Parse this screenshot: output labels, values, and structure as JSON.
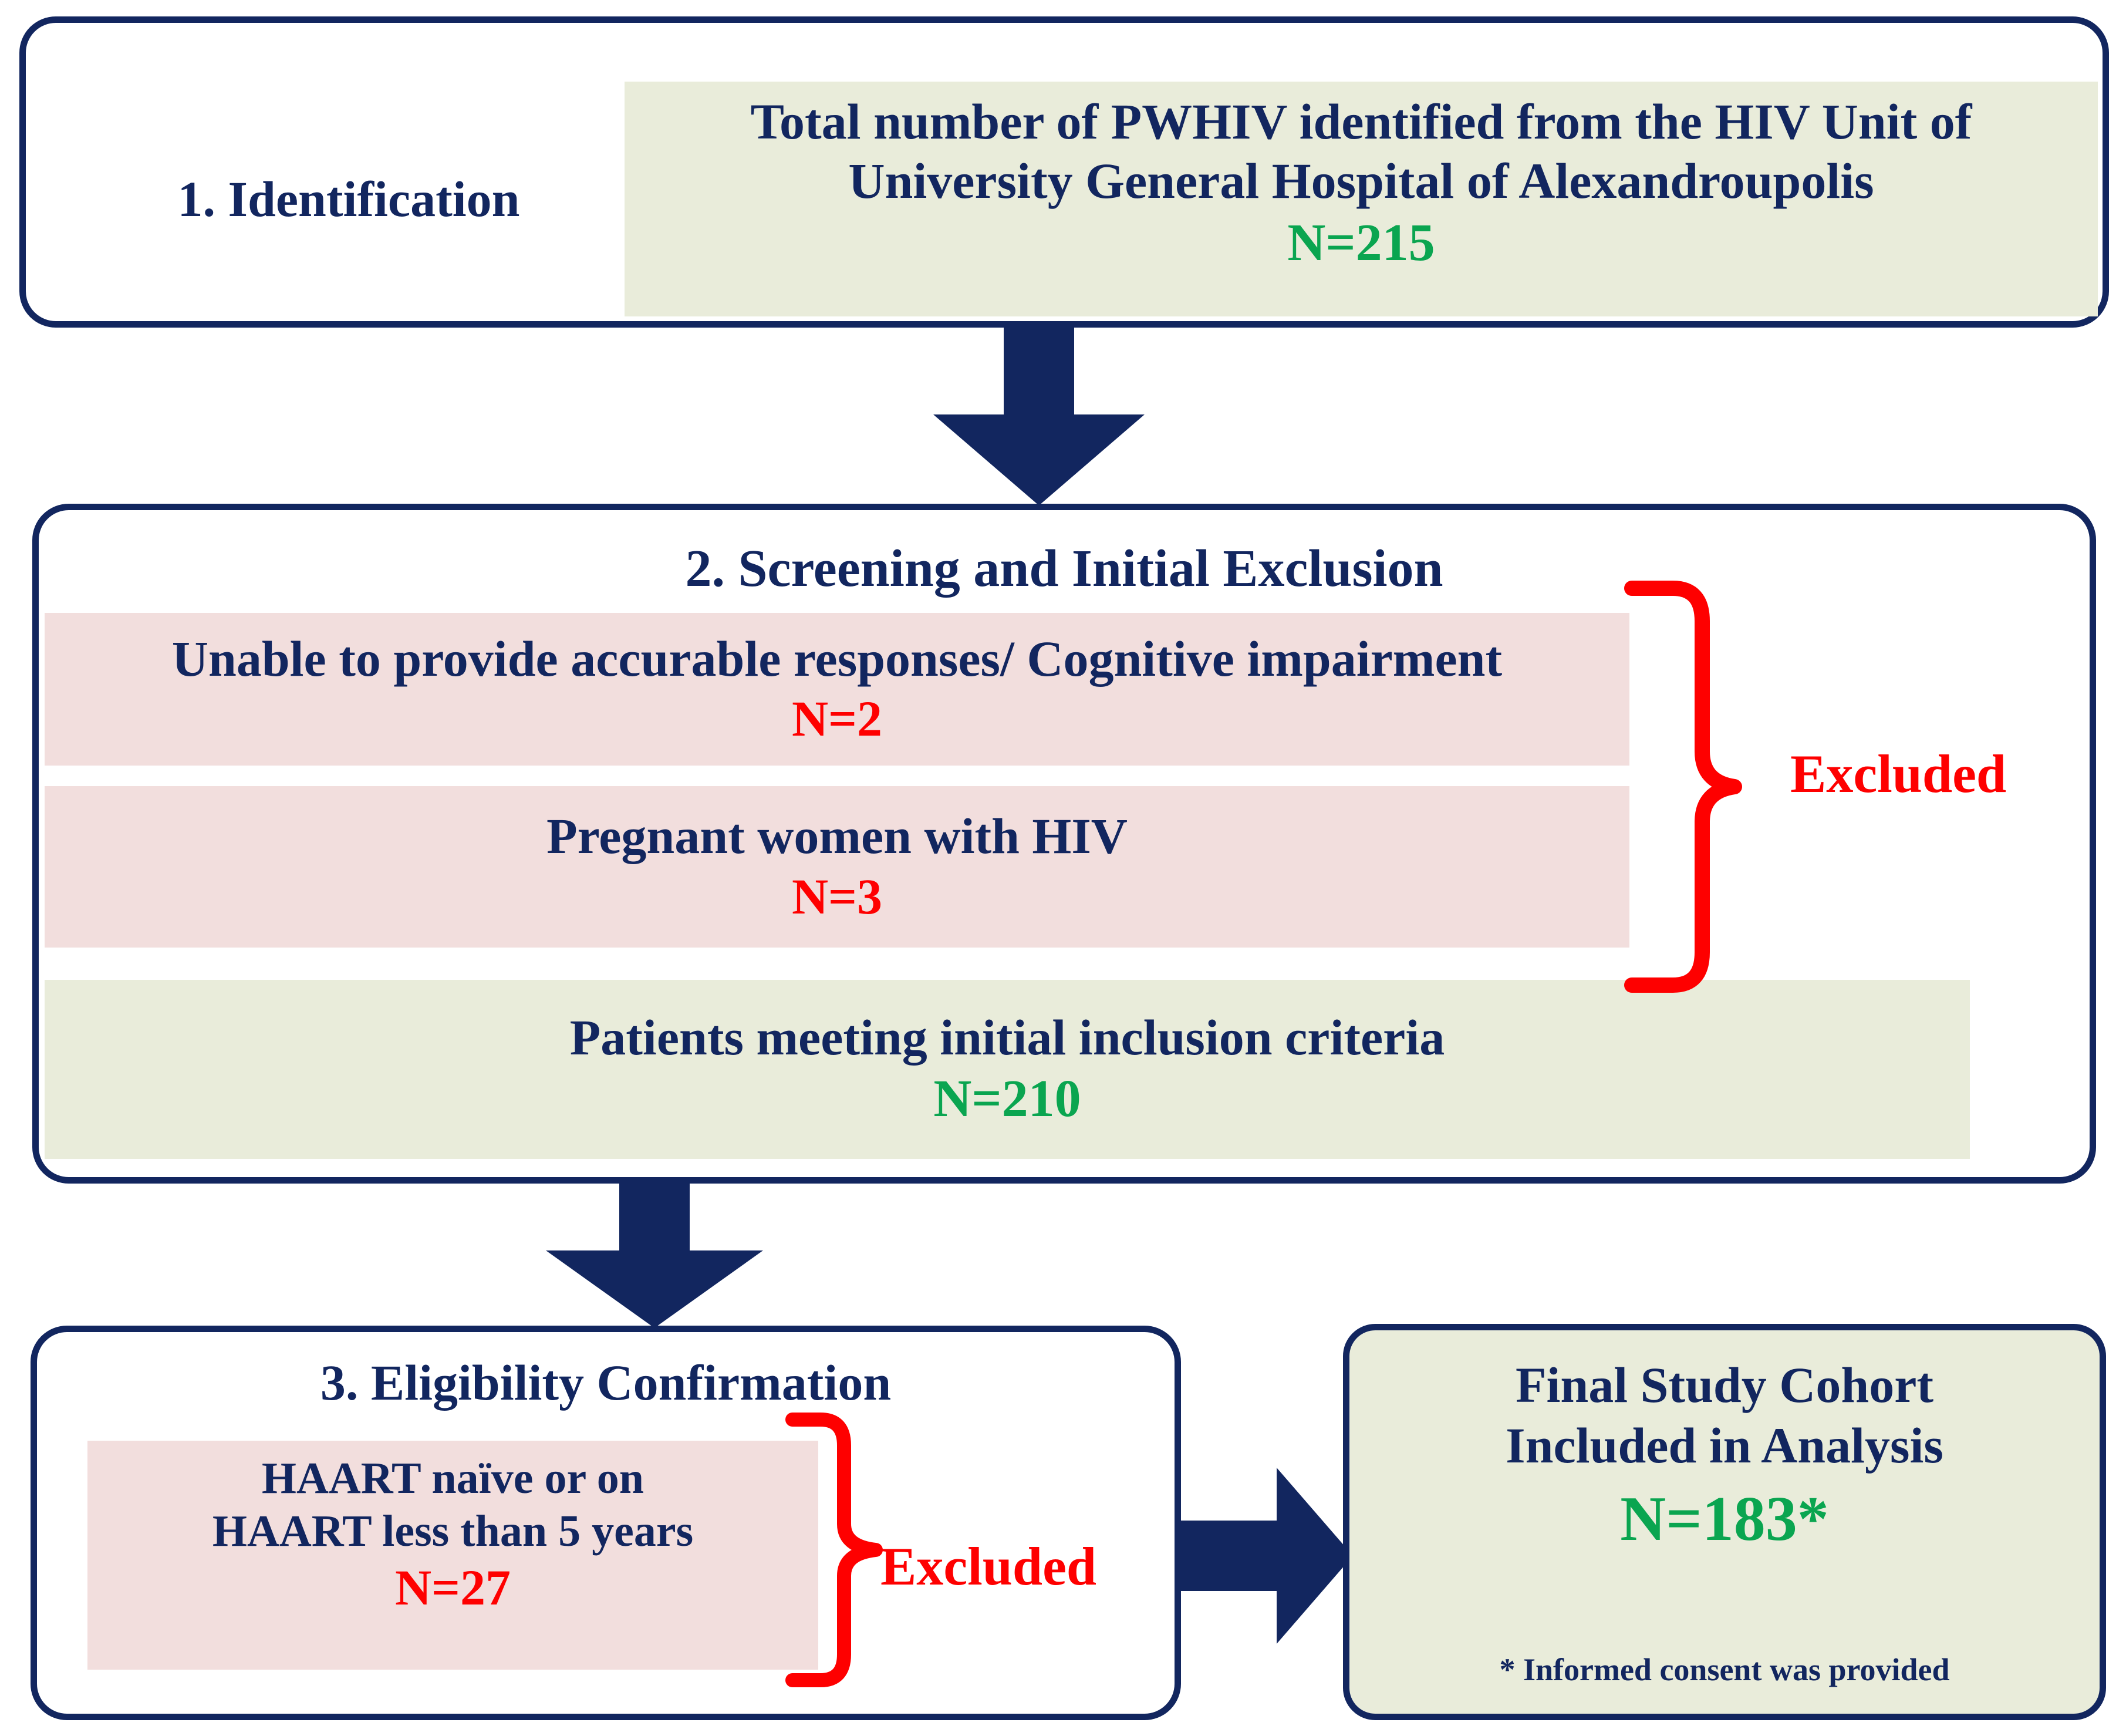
{
  "diagram": {
    "title": "PWHIV study participant flow diagram",
    "colors": {
      "border_navy": "#12265f",
      "text_navy": "#12265f",
      "fill_olive": "#e9ecda",
      "fill_pink": "#f2dedd",
      "count_green": "#0aa550",
      "count_red": "#fe0000",
      "brace_red": "#fe0000",
      "arrow_navy": "#12265f"
    },
    "stage1": {
      "label": "1. Identification",
      "panel": {
        "line1": "Total number of PWHIV identified from the HIV Unit of",
        "line2": "University General Hospital of Alexandroupolis",
        "count": "N=215"
      }
    },
    "arrow1": {
      "direction": "down",
      "name": "arrow-stage1-to-stage2"
    },
    "stage2": {
      "title": "2. Screening and Initial Exclusion",
      "exclusions": [
        {
          "text": "Unable to provide accurable responses/ Cognitive impairment",
          "count": "N=2"
        },
        {
          "text": "Pregnant women with HIV",
          "count": "N=3"
        }
      ],
      "excluded_label": "Excluded",
      "inclusion": {
        "text": "Patients meeting initial inclusion criteria",
        "count": "N=210"
      }
    },
    "arrow2": {
      "direction": "down",
      "name": "arrow-stage2-to-stage3"
    },
    "stage3": {
      "title": "3. Eligibility  Confirmation",
      "exclusion": {
        "line1": "HAART naïve or on",
        "line2": "HAART less than 5 years",
        "count": "N=27"
      },
      "excluded_label": "Excluded"
    },
    "arrow3": {
      "direction": "right",
      "name": "arrow-stage3-to-final"
    },
    "final": {
      "line1": "Final Study Cohort",
      "line2": "Included in Analysis",
      "count": "N=183*",
      "footnote": "* Informed consent was provided"
    }
  }
}
